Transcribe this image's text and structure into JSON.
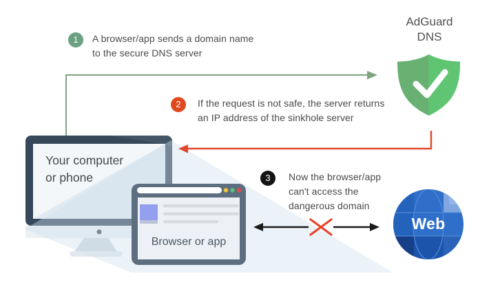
{
  "title": {
    "text": "AdGuard\nDNS"
  },
  "steps": [
    {
      "number": "1",
      "text": "A browser/app sends a domain name\nto the secure DNS server"
    },
    {
      "number": "2",
      "text": "If the request is not safe, the server returns\nan IP address of the sinkhole server"
    },
    {
      "number": "3",
      "text": "Now the browser/app\ncan't access the\ndangerous domain"
    }
  ],
  "devices": {
    "computer_label": "Your computer\nor phone",
    "browser_label": "Browser or app"
  },
  "web": {
    "label": "Web"
  },
  "icons": {
    "adguard_shield": "green-shield-with-white-checkmark",
    "web_globe": "blue-faceted-globe",
    "computer": "desktop-monitor",
    "browser": "browser-window-with-traffic-dots",
    "blocked": "red-x-cross",
    "request_arrow": "green-elbow-arrow-right",
    "response_arrow": "red-elbow-arrow-left",
    "blocked_connection": "black-double-headed-arrow"
  },
  "colors": {
    "shield_left": "#69B173",
    "shield_right": "#5FC573",
    "arrow_green": "#7CA580",
    "arrow_red": "#E2472A",
    "blocked_x": "#E8432A",
    "arrow_black": "#1A1A1A",
    "badge_1": "#6BA181",
    "badge_2": "#E0491F",
    "badge_3": "#141414",
    "globe_base": "#2F6FCA",
    "monitor_frame": "#36495A",
    "browser_frame": "#5D6E80",
    "browser_accent": "#93A0EF"
  }
}
